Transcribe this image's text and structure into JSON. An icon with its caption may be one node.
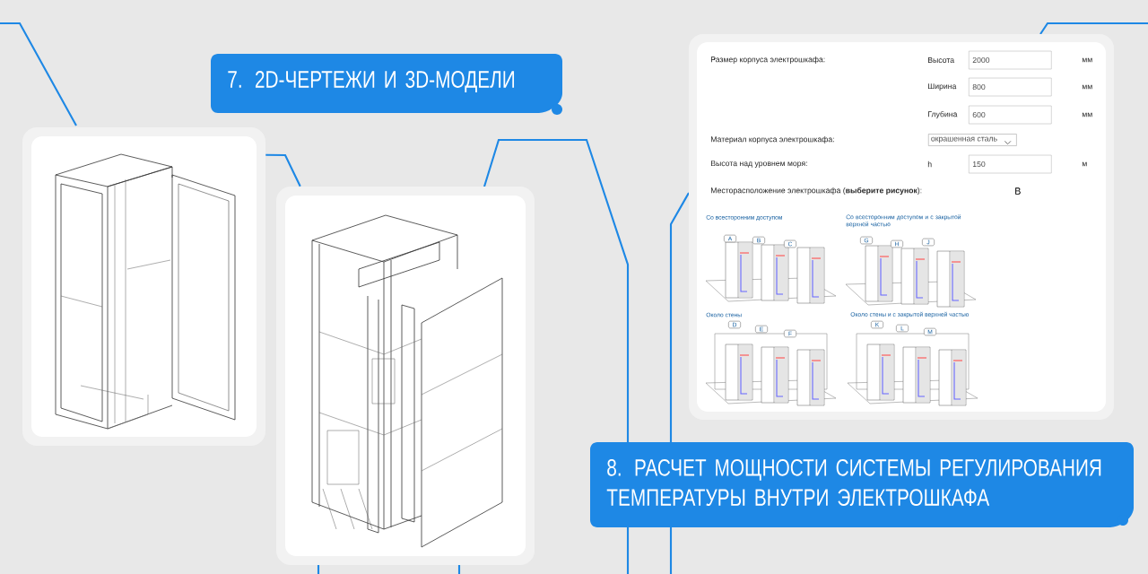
{
  "diagram": {
    "nodes": [
      {
        "text": [
          "7. 2D-ЧЕРТЕЖИ И 3D-МОДЕЛИ"
        ]
      },
      {
        "text": [],
        "shape": "picture"
      },
      {
        "text": [],
        "shape": "picture"
      },
      {
        "text": [],
        "shape": "picture"
      },
      {
        "text": [
          "8. РАСЧЕТ МОЩНОСТИ СИСТЕМЫ РЕГУЛИРОВАНИЯ ТЕМПЕРАТУРЫ ВНУТРИ ЭЛЕКТРОШКАФА"
        ]
      }
    ],
    "edges": [
      {
        "from": 1,
        "to": 2,
        "arrow": "none"
      }
    ],
    "labels": [
      "Размер корпуса электрошкафа:",
      "Высота",
      "2000",
      "мм",
      "Ширина",
      "800",
      "мм",
      "Глубина",
      "600",
      "мм",
      "Материал корпуса электрошкафа:",
      "окрашенная сталь",
      "Высота над уровнем моря:",
      "h",
      "150",
      "м",
      "Месторасположение электрошкафа (**выберите рисунок**):",
      "B",
      "Со всесторонним доступом",
      "Со всесторонним доступом и с закрытой верхней частью",
      "A",
      "B",
      "C",
      "G",
      "H",
      "J",
      "Около стены",
      "Около стены и с закрытой верхней частью",
      "D",
      "E",
      "F",
      "K",
      "L",
      "M"
    ]
  }
}
